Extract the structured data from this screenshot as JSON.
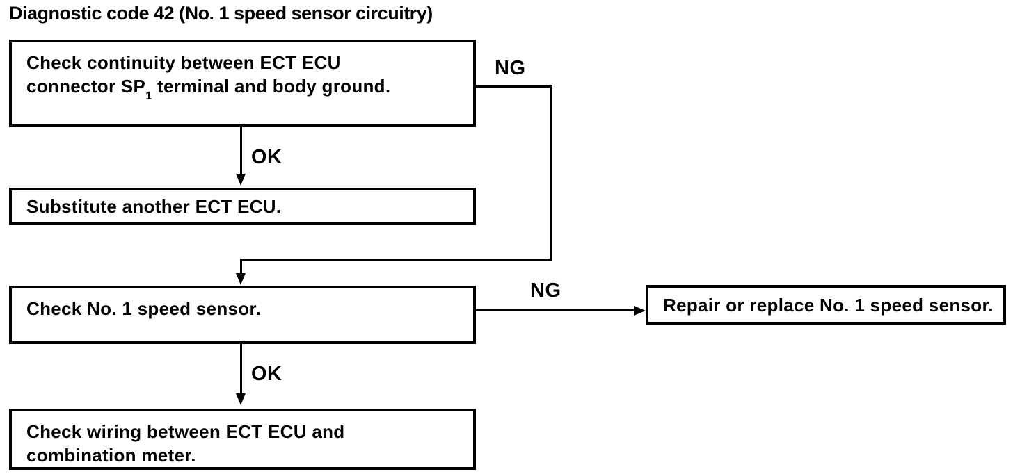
{
  "title": "Diagnostic code 42 (No. 1 speed sensor circuitry)",
  "labels": {
    "ok": "OK",
    "ng": "NG"
  },
  "nodes": {
    "check_continuity": {
      "line1": "Check continuity between ECT ECU",
      "line2_pre": "connector SP",
      "line2_sub": "1",
      "line2_post": " terminal and body ground."
    },
    "substitute_ecu": {
      "text": "Substitute another ECT ECU."
    },
    "check_sensor": {
      "text": "Check No. 1 speed sensor."
    },
    "repair_sensor": {
      "text": "Repair or replace No. 1 speed sensor."
    },
    "check_wiring": {
      "line1": "Check wiring between ECT ECU and",
      "line2": "combination meter."
    }
  },
  "colors": {
    "ink": "#000000",
    "background": "#ffffff"
  }
}
